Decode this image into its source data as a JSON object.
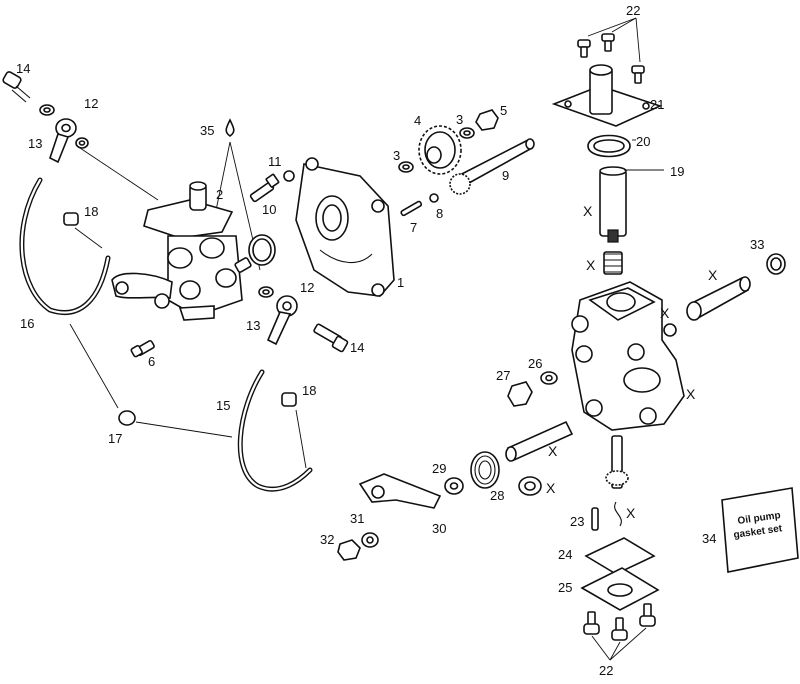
{
  "callouts": {
    "c1": "1",
    "c2": "2",
    "c3a": "3",
    "c3b": "3",
    "c4": "4",
    "c5": "5",
    "c6": "6",
    "c7": "7",
    "c8": "8",
    "c9": "9",
    "c10": "10",
    "c11": "11",
    "c12a": "12",
    "c12b": "12",
    "c13a": "13",
    "c13b": "13",
    "c14a": "14",
    "c14b": "14",
    "c15": "15",
    "c16": "16",
    "c17": "17",
    "c18a": "18",
    "c18b": "18",
    "c19": "19",
    "c20": "20",
    "c21": "21",
    "c22a": "22",
    "c22b": "22",
    "c23": "23",
    "c24": "24",
    "c25": "25",
    "c26": "26",
    "c27": "27",
    "c28": "28",
    "c29": "29",
    "c30": "30",
    "c31": "31",
    "c32": "32",
    "c33": "33",
    "c34": "34",
    "c35": "35"
  },
  "x_mark": "X",
  "gasket_card": {
    "line1": "Oil pump",
    "line2": "gasket set"
  }
}
